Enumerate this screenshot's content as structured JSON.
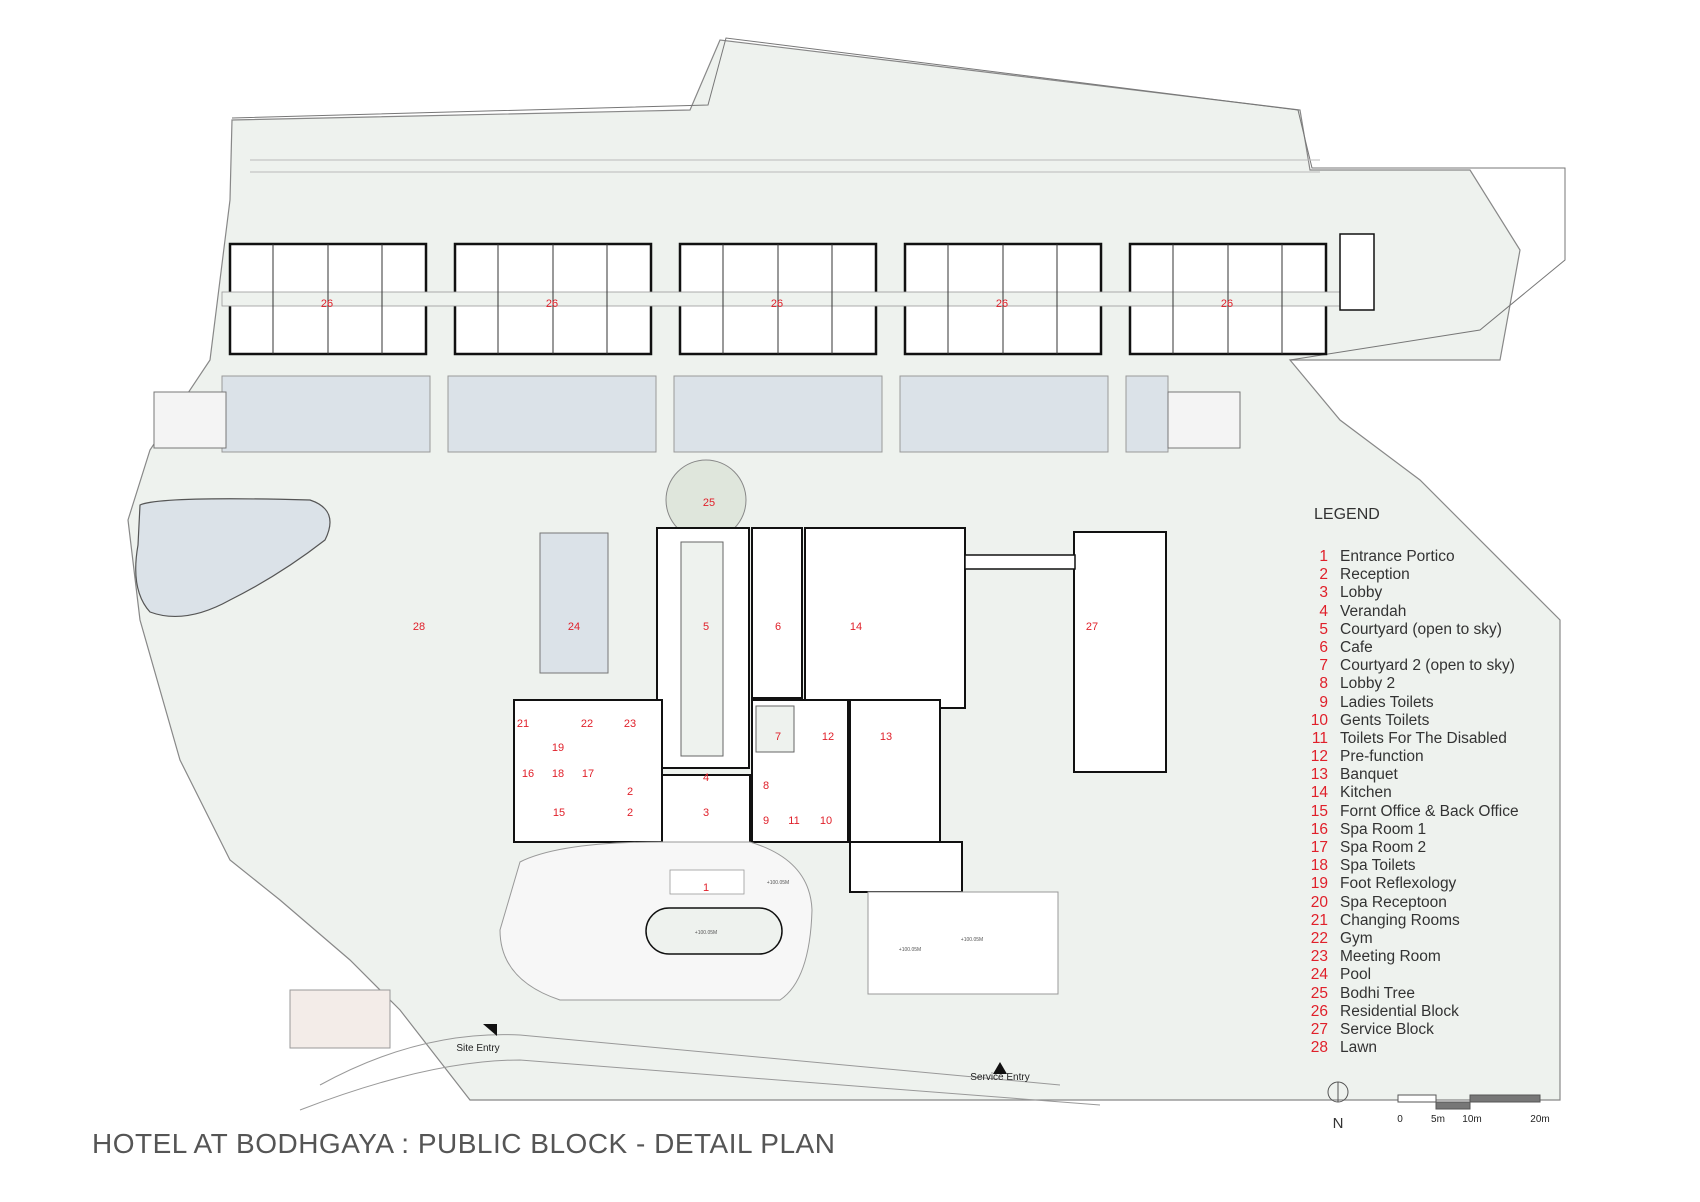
{
  "title": "HOTEL AT BODHGAYA : PUBLIC BLOCK - DETAIL PLAN",
  "legend": {
    "heading": "LEGEND",
    "items": [
      {
        "num": "1",
        "label": "Entrance Portico"
      },
      {
        "num": "2",
        "label": "Reception"
      },
      {
        "num": "3",
        "label": "Lobby"
      },
      {
        "num": "4",
        "label": "Verandah"
      },
      {
        "num": "5",
        "label": "Courtyard (open to sky)"
      },
      {
        "num": "6",
        "label": "Cafe"
      },
      {
        "num": "7",
        "label": "Courtyard 2 (open to sky)"
      },
      {
        "num": "8",
        "label": "Lobby 2"
      },
      {
        "num": "9",
        "label": "Ladies Toilets"
      },
      {
        "num": "10",
        "label": "Gents Toilets"
      },
      {
        "num": "11",
        "label": "Toilets For The Disabled"
      },
      {
        "num": "12",
        "label": "Pre-function"
      },
      {
        "num": "13",
        "label": "Banquet"
      },
      {
        "num": "14",
        "label": "Kitchen"
      },
      {
        "num": "15",
        "label": "Fornt Office & Back Office"
      },
      {
        "num": "16",
        "label": "Spa Room 1"
      },
      {
        "num": "17",
        "label": "Spa Room 2"
      },
      {
        "num": "18",
        "label": "Spa Toilets"
      },
      {
        "num": "19",
        "label": "Foot Reflexology"
      },
      {
        "num": "20",
        "label": "Spa Receptoon"
      },
      {
        "num": "21",
        "label": "Changing Rooms"
      },
      {
        "num": "22",
        "label": "Gym"
      },
      {
        "num": "23",
        "label": "Meeting Room"
      },
      {
        "num": "24",
        "label": "Pool"
      },
      {
        "num": "25",
        "label": "Bodhi Tree"
      },
      {
        "num": "26",
        "label": "Residential Block"
      },
      {
        "num": "27",
        "label": "Service Block"
      },
      {
        "num": "28",
        "label": "Lawn"
      }
    ]
  },
  "plan_labels": {
    "r1": "1",
    "r2a": "2",
    "r2b": "2",
    "r3": "3",
    "r4": "4",
    "r5": "5",
    "r6": "6",
    "r7": "7",
    "r8": "8",
    "r9": "9",
    "r10": "10",
    "r11": "11",
    "r12": "12",
    "r13": "13",
    "r14": "14",
    "r15": "15",
    "r16": "16",
    "r17": "17",
    "r18": "18",
    "r19": "19",
    "r21": "21",
    "r22": "22",
    "r23": "23",
    "r24": "24",
    "r25": "25",
    "r26": "26",
    "r27": "27",
    "r28": "28"
  },
  "entries": {
    "site": "Site Entry",
    "service": "Service Entry"
  },
  "levels": {
    "l1": "+100.05M",
    "l2": "+100.05M",
    "l3": "+100.05M",
    "l4": "+100.05M"
  },
  "north": "N",
  "scale": {
    "ticks": [
      "0",
      "5m",
      "10m",
      "20m"
    ]
  },
  "colors": {
    "label": "#e0202a",
    "lawn": "#eef2ee",
    "pool": "#dbe2e8",
    "wall": "#111111"
  }
}
